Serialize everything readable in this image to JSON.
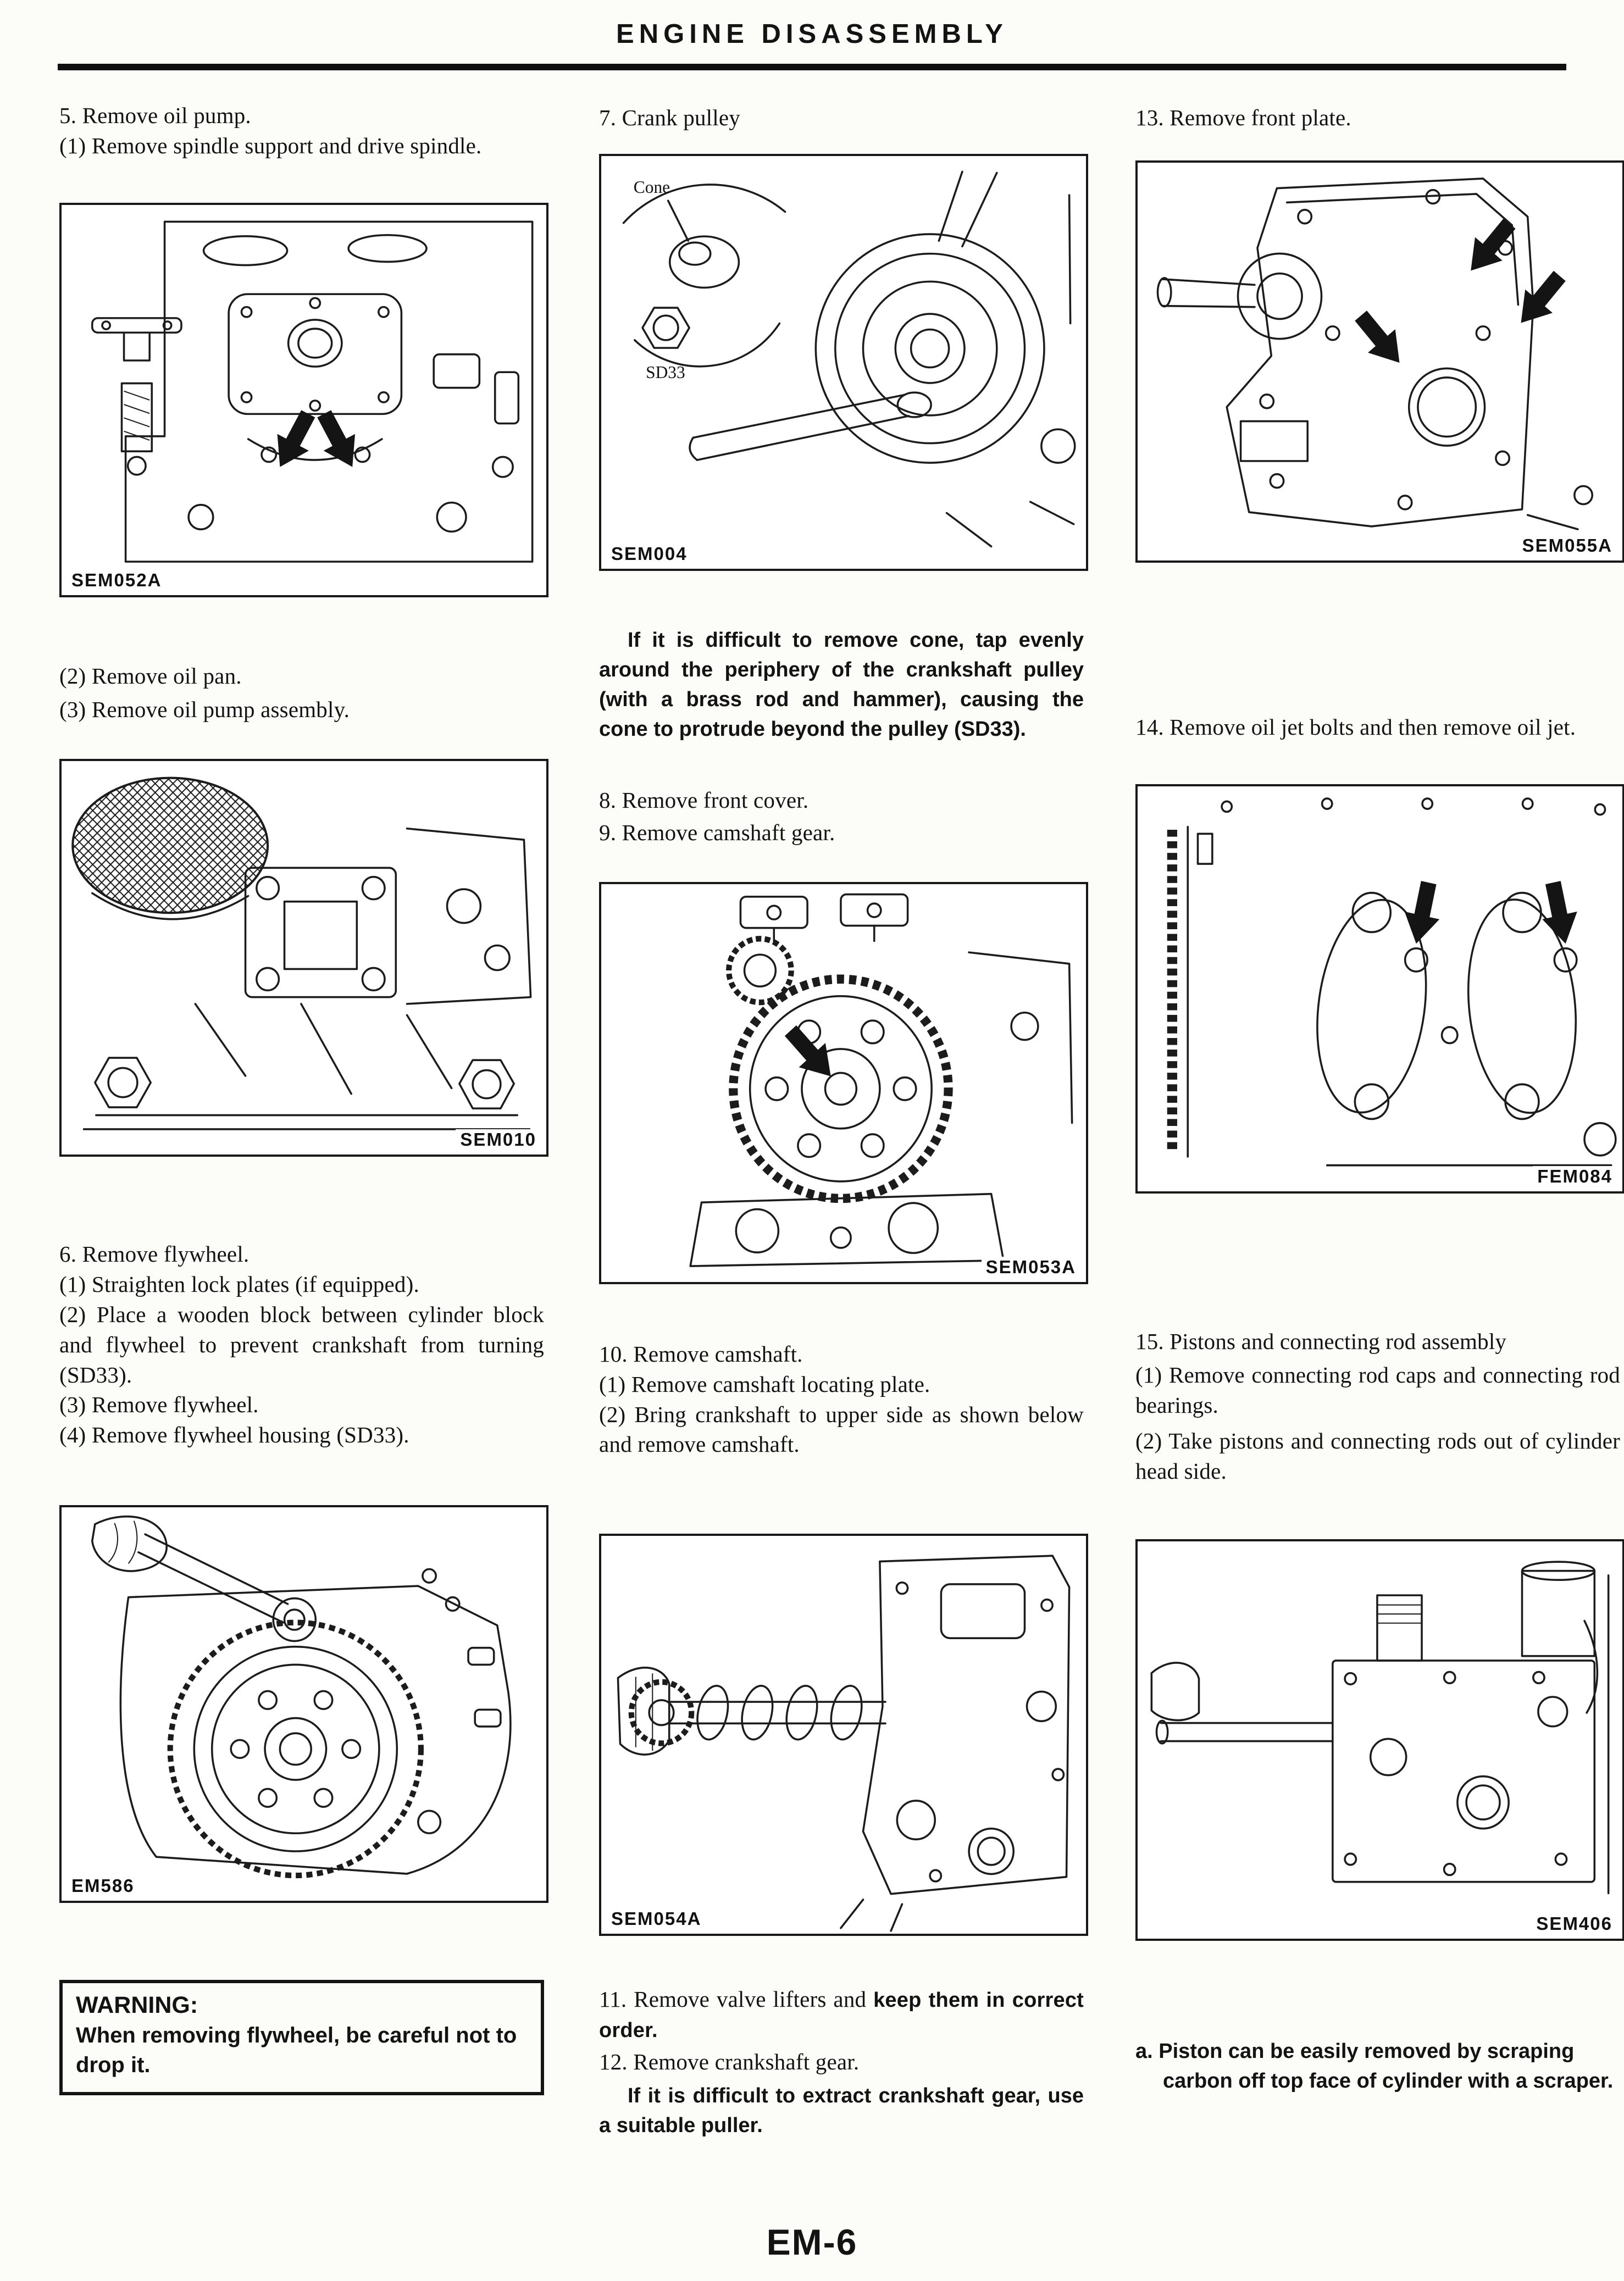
{
  "header": {
    "title": "ENGINE DISASSEMBLY"
  },
  "footer": {
    "page_label": "EM-6"
  },
  "left_column": {
    "step5": "5. Remove oil pump.",
    "step5_1": "(1) Remove spindle support and drive spindle.",
    "fig_sem052a_label": "SEM052A",
    "step5_2": "(2) Remove oil pan.",
    "step5_3": "(3) Remove oil pump assembly.",
    "fig_sem010_label": "SEM010",
    "step6": "6. Remove flywheel.",
    "step6_1": "(1) Straighten lock plates (if equipped).",
    "step6_2": "(2) Place a wooden block between cylinder block and flywheel to prevent crankshaft from turning (SD33).",
    "step6_3": "(3) Remove flywheel.",
    "step6_4": "(4) Remove flywheel housing (SD33).",
    "fig_em586_label": "EM586",
    "warning_title": "WARNING:",
    "warning_body": "When removing flywheel, be careful not to drop it."
  },
  "middle_column": {
    "step7": "7. Crank pulley",
    "fig_sem004_label": "SEM004",
    "cone_annotation": "Cone",
    "sd33_annotation": "SD33",
    "cone_note": "If it is difficult to remove cone, tap evenly around the periphery of the crankshaft pulley (with a brass rod and hammer), causing the cone to protrude beyond the pulley (SD33).",
    "step8": "8. Remove front cover.",
    "step9": "9. Remove camshaft gear.",
    "fig_sem053a_label": "SEM053A",
    "step10": "10. Remove camshaft.",
    "step10_1": "(1) Remove camshaft locating plate.",
    "step10_2": "(2) Bring crankshaft to upper side as shown below and remove camshaft.",
    "fig_sem054a_label": "SEM054A",
    "step11_normal": "11. Remove valve lifters and ",
    "step11_bold": "keep them in correct order.",
    "step12": "12. Remove crankshaft gear.",
    "puller_note": "If it is difficult to extract crankshaft gear, use a suitable puller."
  },
  "right_column": {
    "step13": "13. Remove front plate.",
    "fig_sem055a_label": "SEM055A",
    "step14": "14. Remove oil jet bolts and then remove oil jet.",
    "fig_fem084_label": "FEM084",
    "step15": "15. Pistons and connecting rod assembly",
    "step15_1": "(1) Remove connecting rod caps and connecting rod bearings.",
    "step15_2": "(2) Take pistons and connecting rods out of cylinder head side.",
    "fig_sem406_label": "SEM406",
    "note_a": "a. Piston can be easily removed by scraping carbon off top face of cylinder with a scraper."
  }
}
